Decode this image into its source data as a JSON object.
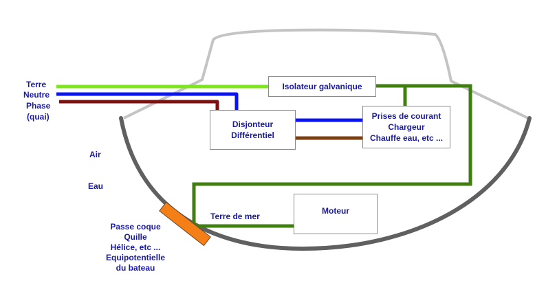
{
  "colors": {
    "terre": "#7fe51f",
    "neutre": "#0a14f0",
    "phase": "#7d1010",
    "earth": "#3f7f10",
    "brown": "#7a3e12",
    "superstructure": "#c4c4c4",
    "hull": "#606060",
    "passe_coque": "#f57f17",
    "text": "#1a1aa8",
    "box_border": "#8a8a8a"
  },
  "quai_labels": {
    "terre": "Terre",
    "neutre": "Neutre",
    "phase": "Phase",
    "quai": "(quai)"
  },
  "isolateur": {
    "label": "Isolateur galvanique"
  },
  "disjoncteur": {
    "line1": "Disjonteur",
    "line2": "Différentiel"
  },
  "prises": {
    "line1": "Prises de courant",
    "line2": "Chargeur",
    "line3": "Chauffe eau, etc ..."
  },
  "moteur": {
    "label": "Moteur"
  },
  "zones": {
    "air": "Air",
    "eau": "Eau"
  },
  "terre_de_mer": {
    "label": "Terre de mer"
  },
  "passe_coque_labels": {
    "line1": "Passe coque",
    "line2": "Quille",
    "line3": "Hélice, etc ...",
    "line4": "Equipotentielle",
    "line5": "du bateau"
  }
}
